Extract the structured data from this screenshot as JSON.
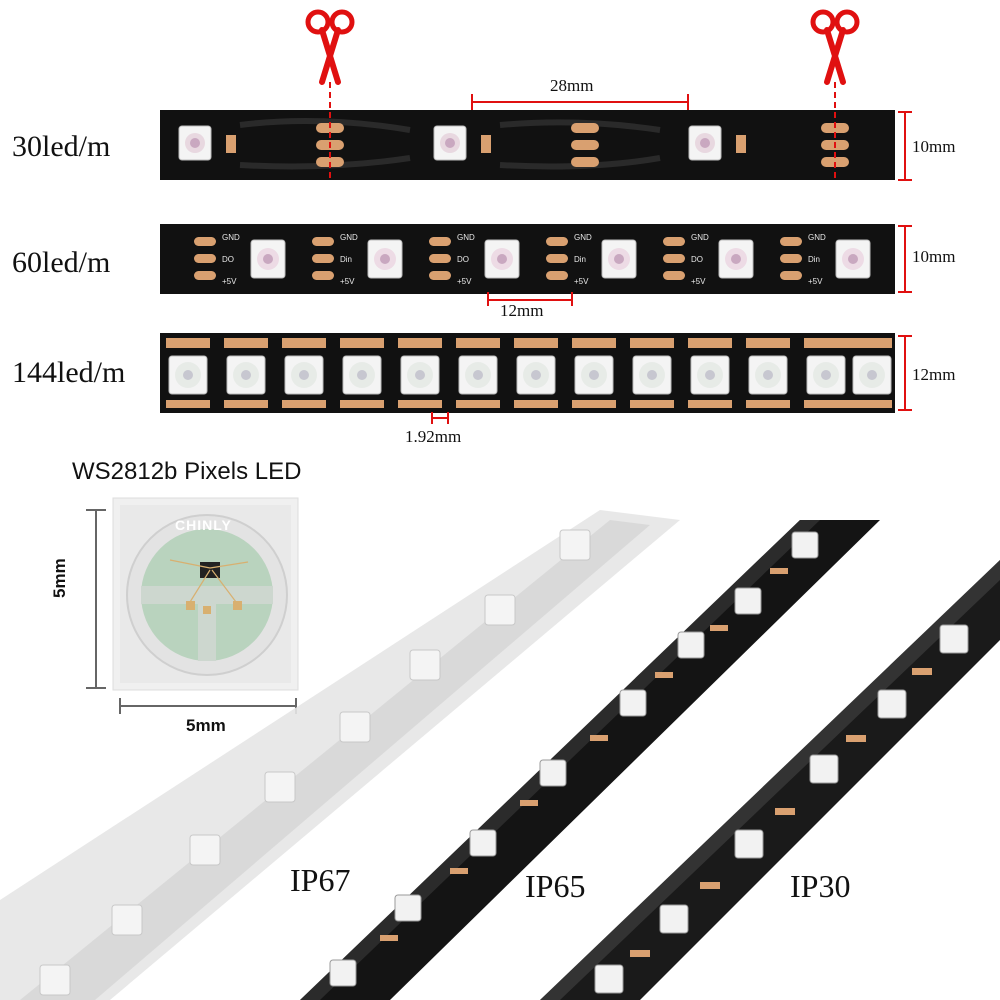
{
  "strips": [
    {
      "label": "30led/m",
      "width_label": "10mm",
      "spacing_label": "28mm"
    },
    {
      "label": "60led/m",
      "width_label": "10mm",
      "spacing_label": "12mm"
    },
    {
      "label": "144led/m",
      "width_label": "12mm",
      "spacing_label": "1.92mm"
    }
  ],
  "pad_labels": {
    "vcc": "+5V",
    "data_in": "Din",
    "data_out": "DO",
    "ground": "GND"
  },
  "pixel": {
    "title": "WS2812b Pixels LED",
    "brand": "CHINLY",
    "width_label": "5mm",
    "height_label": "5mm"
  },
  "protection": [
    "IP67",
    "IP65",
    "IP30"
  ],
  "colors": {
    "pcb": "#111111",
    "copper": "#d9a070",
    "led": "#f2f2f2",
    "dimension": "#e01010",
    "scissors": "#e01010"
  },
  "icons": [
    "scissors-icon",
    "scissors-icon"
  ]
}
